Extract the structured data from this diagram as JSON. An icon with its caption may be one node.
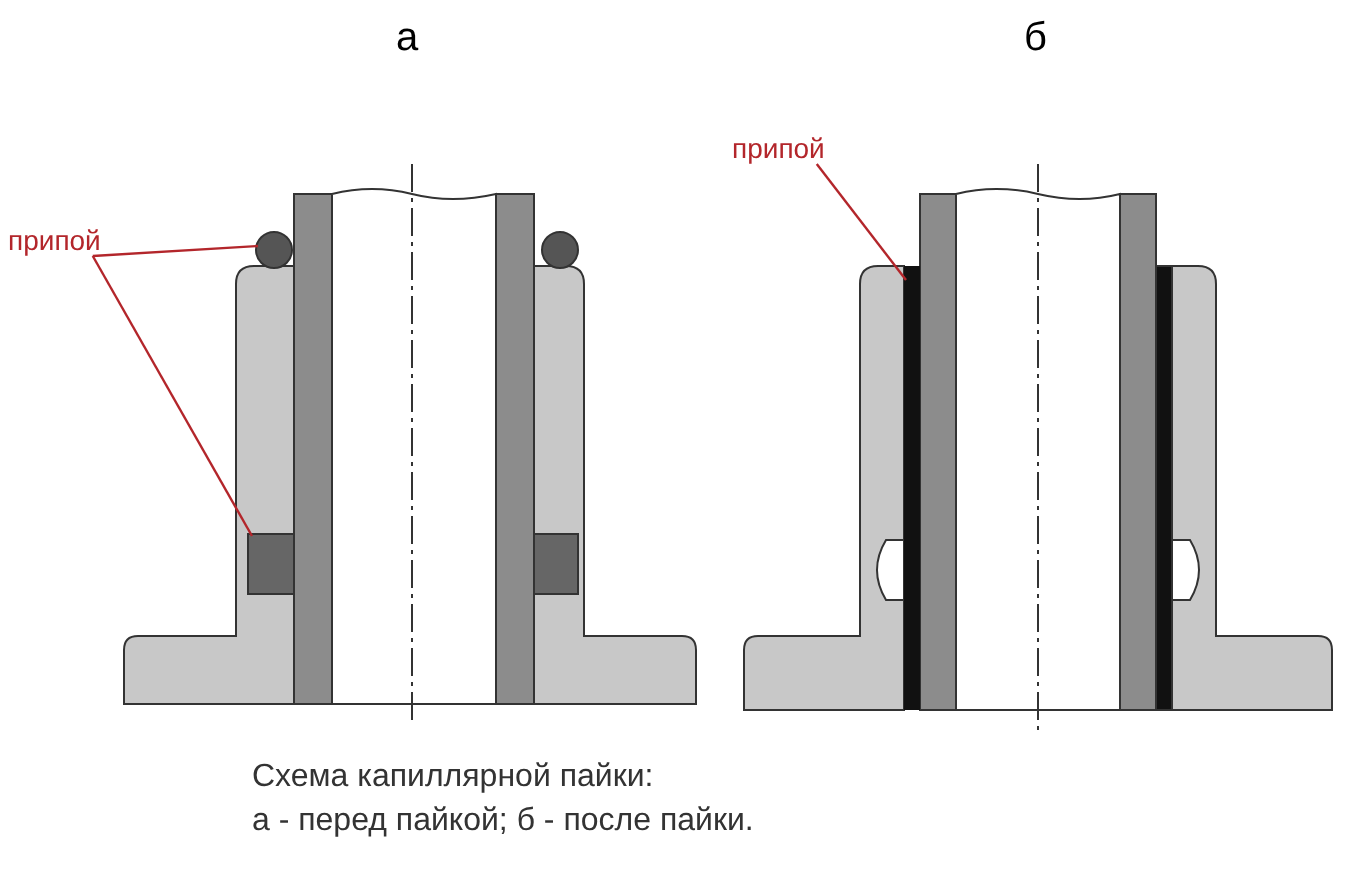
{
  "diagram": {
    "caption": "Схема капиллярной пайки: а - перед пайкой; б - после пайки.",
    "nodes": [
      {
        "text": [
          "припой"
        ]
      },
      {
        "text": [],
        "shape": "circle"
      },
      {
        "text": [],
        "shape": "box"
      },
      {
        "text": [
          "припой"
        ]
      },
      {
        "text": [],
        "shape": "bar"
      }
    ],
    "edges": [
      {
        "from": 0,
        "to": 1,
        "arrow": "none"
      },
      {
        "from": 0,
        "to": 2,
        "arrow": "none"
      },
      {
        "from": 3,
        "to": 4,
        "arrow": "none"
      }
    ],
    "labels": [
      "а",
      "б"
    ]
  }
}
